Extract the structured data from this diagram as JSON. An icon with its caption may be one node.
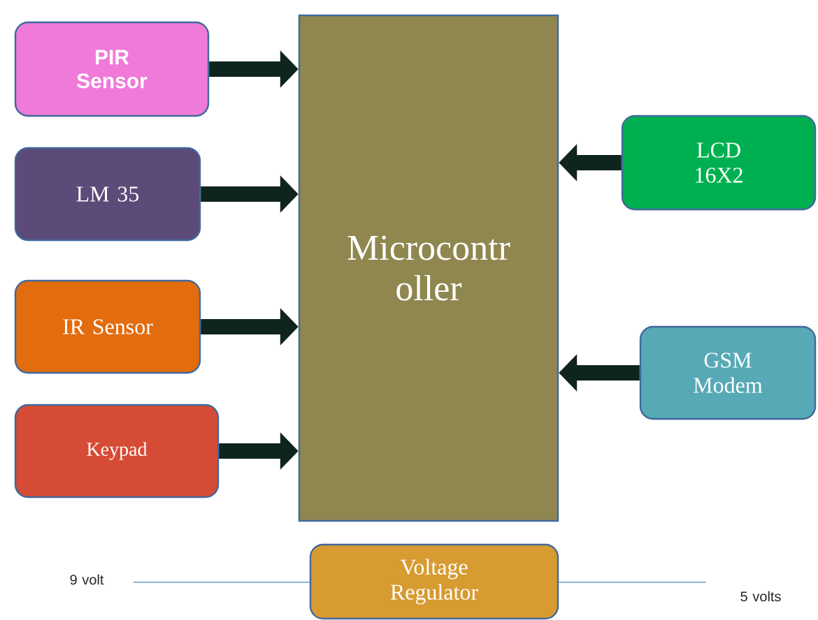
{
  "diagram": {
    "nodes": [
      {
        "text": [
          "PIR Sensor"
        ]
      },
      {
        "text": [
          "LM 35"
        ]
      },
      {
        "text": [
          "IR Sensor"
        ]
      },
      {
        "text": [
          "Keypad"
        ]
      },
      {
        "text": [
          "Microcontr oller"
        ]
      },
      {
        "text": [
          "LCD 16X2"
        ]
      },
      {
        "text": [
          "GSM Modem"
        ]
      },
      {
        "text": [
          "Voltage Regulator"
        ]
      },
      {
        "text": [
          "9 volt"
        ]
      },
      {
        "text": [
          "5 volts"
        ]
      }
    ],
    "edges": [
      {
        "from": 0,
        "to": 4,
        "arrow": "to"
      },
      {
        "from": 1,
        "to": 4,
        "arrow": "to"
      },
      {
        "from": 2,
        "to": 4,
        "arrow": "to"
      },
      {
        "from": 3,
        "to": 4,
        "arrow": "to"
      },
      {
        "from": 5,
        "to": 4,
        "arrow": "to"
      },
      {
        "from": 6,
        "to": 4,
        "arrow": "to"
      },
      {
        "from": 8,
        "to": 7,
        "arrow": "none",
        "color": "#6e96c8"
      },
      {
        "from": 7,
        "to": 9,
        "arrow": "none",
        "color": "#6e96c8"
      }
    ]
  }
}
